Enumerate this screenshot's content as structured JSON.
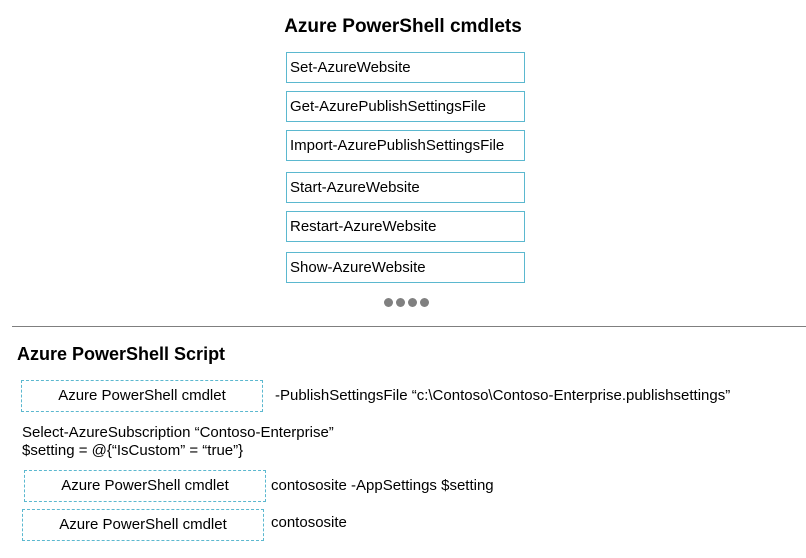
{
  "cmdlets_panel": {
    "title": "Azure PowerShell cmdlets",
    "items": [
      "Set-AzureWebsite",
      "Get-AzurePublishSettingsFile",
      "Import-AzurePublishSettingsFile",
      "Start-AzureWebsite",
      "Restart-AzureWebsite",
      "Show-AzureWebsite"
    ]
  },
  "script_panel": {
    "title": "Azure PowerShell Script",
    "slot_placeholder": "Azure PowerShell cmdlet",
    "line1_suffix": "-PublishSettingsFile “c:\\Contoso\\Contoso-Enterprise.publishsettings”",
    "line2": "Select-AzureSubscription “Contoso-Enterprise”",
    "line3": "$setting = @{“IsCustom” = “true”}",
    "line4_suffix": "contososite -AppSettings $setting",
    "line5_suffix": "contososite"
  }
}
